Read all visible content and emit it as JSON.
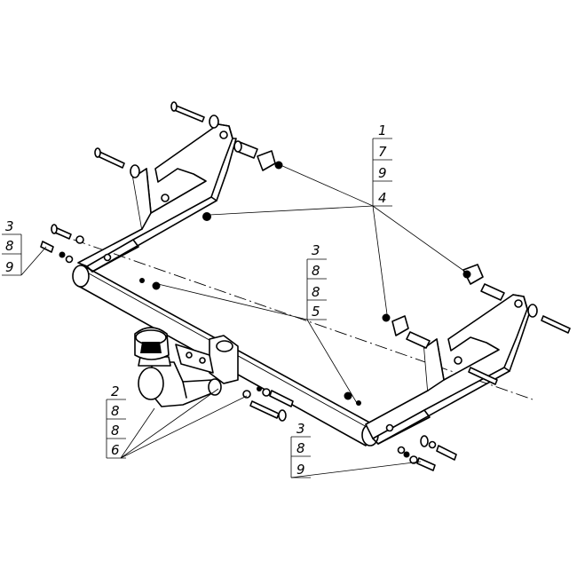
{
  "callouts": {
    "top_right": [
      "1",
      "7",
      "9",
      "4"
    ],
    "left": [
      "3",
      "8",
      "9"
    ],
    "center": [
      "3",
      "8",
      "8",
      "5"
    ],
    "bottom_left": [
      "2",
      "8",
      "8",
      "6"
    ],
    "bottom_right": [
      "3",
      "8",
      "9"
    ]
  }
}
